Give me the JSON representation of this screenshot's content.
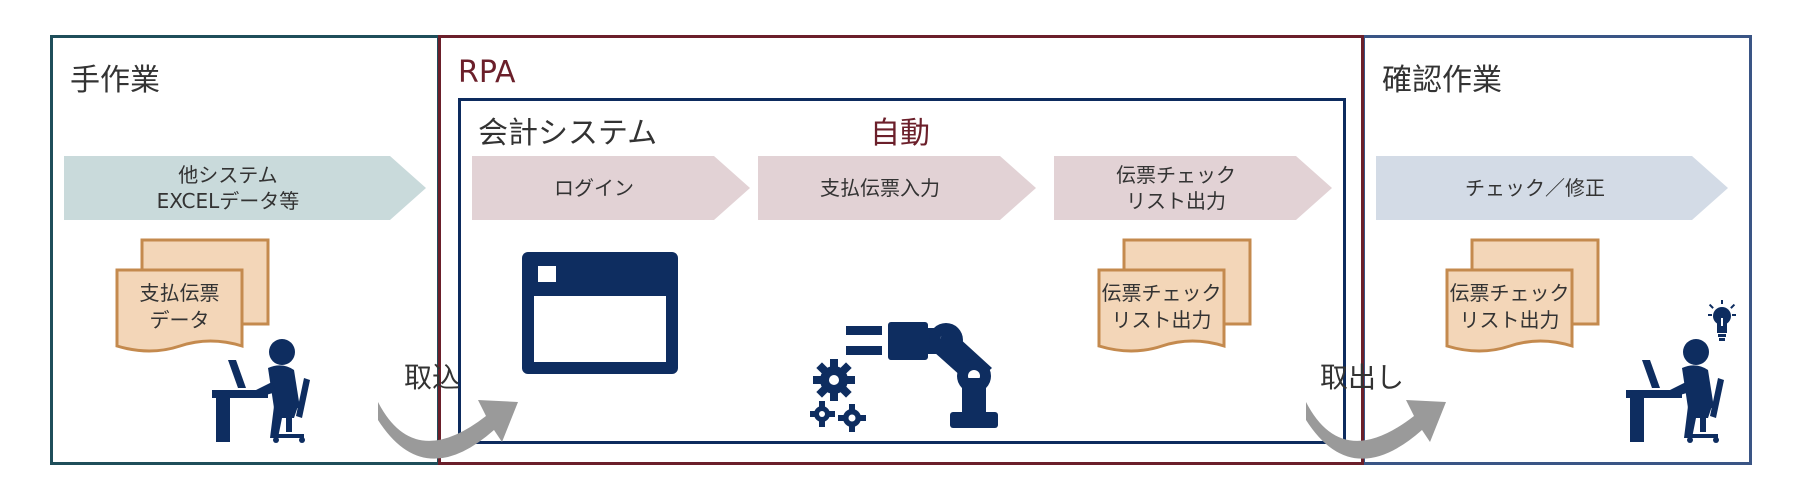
{
  "sections": {
    "manual": {
      "title": "手作業"
    },
    "rpa": {
      "title": "RPA"
    },
    "check": {
      "title": "確認作業"
    }
  },
  "system": {
    "title": "会計システム",
    "auto_label": "自動"
  },
  "steps": {
    "manual_input": "他システム\nEXCELデータ等",
    "login": "ログイン",
    "payment_entry": "支払伝票入力",
    "list_output": "伝票チェック\nリスト出力",
    "check_fix": "チェック／修正"
  },
  "documents": {
    "payment_data": "支払伝票\nデータ",
    "list_rpa": "伝票チェック\nリスト出力",
    "list_check": "伝票チェック\nリスト出力"
  },
  "arrows": {
    "import": "取込",
    "export": "取出し"
  },
  "colors": {
    "manual_border": "#1f4e5a",
    "rpa_border": "#6b1f2a",
    "system_border": "#0d2b5e",
    "check_border": "#3a5585",
    "chevron_manual": "#c9dadb",
    "chevron_rpa": "#e2d2d5",
    "chevron_check": "#d3dbe6",
    "doc_fill": "#f3d6b8",
    "doc_border": "#c48a4e",
    "navy": "#0e2d60",
    "gray_arrow": "#9a9a9a"
  }
}
